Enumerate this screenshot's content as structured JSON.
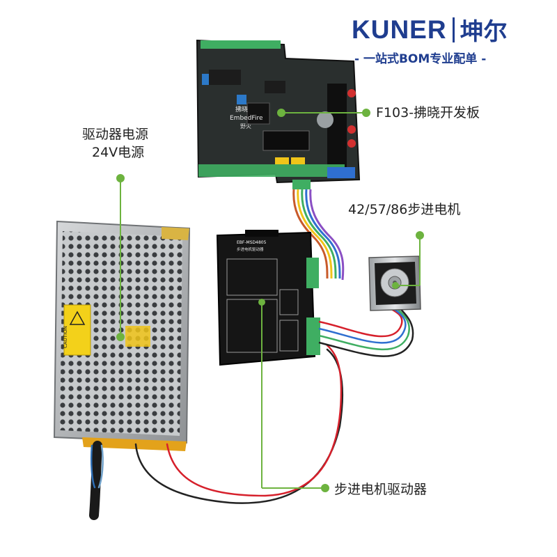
{
  "brand": {
    "name_en": "KUNER",
    "name_cn": "坤尔",
    "tagline": "- 一站式BOM专业配单 -"
  },
  "callouts": {
    "board": "F103-拂晓开发板",
    "motor": "42/57/86步进电机",
    "psu_line1": "驱动器电源",
    "psu_line2": "24V电源",
    "driver": "步进电机驱动器"
  },
  "product_print": {
    "board_brand": "EmbedFire",
    "board_cn": "拂晓",
    "board_cn2": "野火",
    "driver_model": "EBF-MSD4805",
    "driver_cn": "步进电机驱动器",
    "psu_warning": "CAUTION"
  },
  "colors": {
    "brand_blue": "#1f3d8f",
    "callout_green": "#6db33f",
    "board_pcb": "#2a2f2e",
    "driver_body": "#151515",
    "psu_metal": "#b9bcbe",
    "terminal_green": "#3fae62"
  },
  "icons": {
    "warning": "warning-triangle-icon"
  }
}
